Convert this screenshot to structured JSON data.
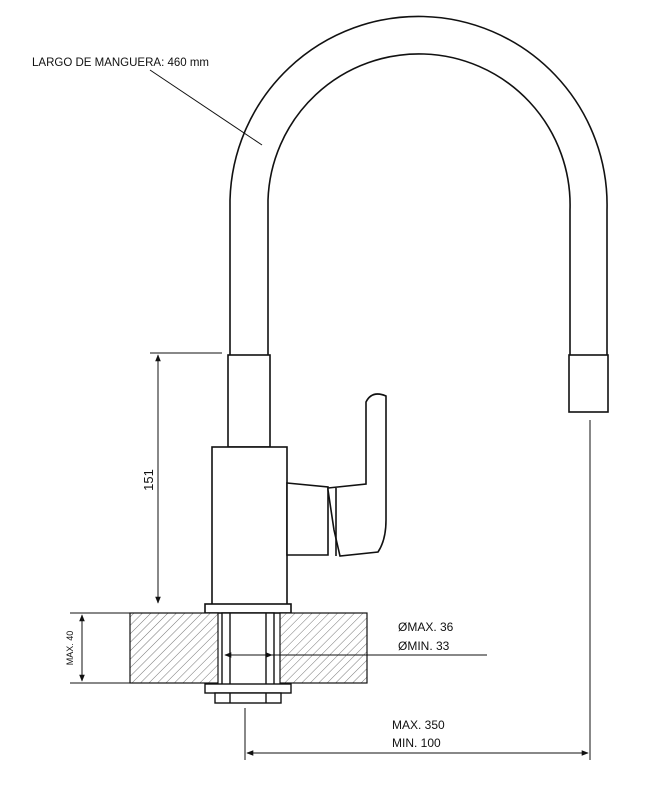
{
  "hose_label": "LARGO DE MANGUERA: 460 mm",
  "height_dim": "151",
  "counter_dim": "MAX. 40",
  "hole_max": "ØMAX. 36",
  "hole_min": "ØMIN. 33",
  "reach_max": "MAX. 350",
  "reach_min": "MIN. 100",
  "colors": {
    "line": "#111111",
    "paper": "#ffffff"
  }
}
